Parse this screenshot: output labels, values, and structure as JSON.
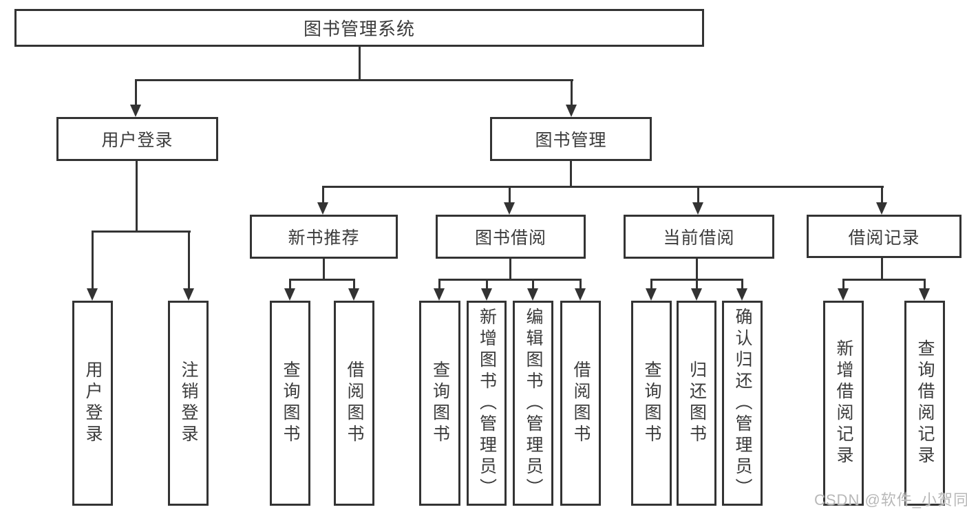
{
  "title": "图书管理系统",
  "level2": {
    "user_login": "用户登录",
    "book_mgmt": "图书管理"
  },
  "level3": {
    "new_book": "新书推荐",
    "book_borrow": "图书借阅",
    "current_borrow": "当前借阅",
    "borrow_record": "借阅记录"
  },
  "leaves": {
    "user_login": [
      "用户登录",
      "注销登录"
    ],
    "new_book": [
      "查询图书",
      "借阅图书"
    ],
    "book_borrow": [
      "查询图书",
      "新增图书（管理员）",
      "编辑图书（管理员）",
      "借阅图书"
    ],
    "current_borrow": [
      "查询图书",
      "归还图书",
      "确认归还（管理员）"
    ],
    "borrow_record": [
      "新增借阅记录",
      "查询借阅记录"
    ]
  },
  "watermark": "CSDN @软件_小贺同学",
  "colors": {
    "line": "#333333",
    "text": "#3b3b3b",
    "watermark": "#b8b8b8",
    "background": "#ffffff"
  }
}
